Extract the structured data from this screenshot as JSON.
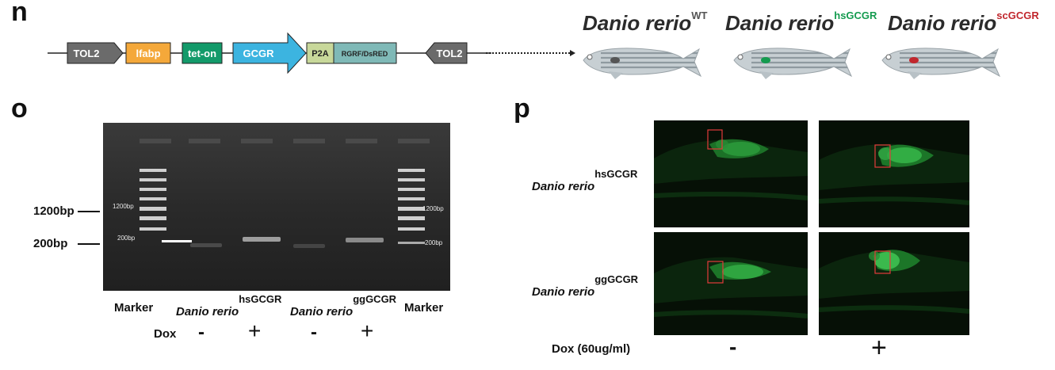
{
  "panels": {
    "n": "n",
    "o": "o",
    "p": "p"
  },
  "construct": {
    "elements": [
      "TOL2",
      "lfabp",
      "tet-on",
      "GCGR",
      "P2A",
      "RGRF/DsRED",
      "TOL2"
    ],
    "colors": {
      "tol2": "#6b6b6b",
      "lfabp": "#f4a83a",
      "teton": "#139a6a",
      "gcgr": "#3cb4e0",
      "p2a": "#c8d89a",
      "rgrf": "#7fb9b7"
    }
  },
  "species": {
    "base": "Danio rerio",
    "wt": "WT",
    "hs": "hsGCGR",
    "sc": "scGCGR",
    "gg": "ggGCGR",
    "colors": {
      "wt": "#555555",
      "hs": "#149b4f",
      "sc": "#c1272d"
    }
  },
  "gel": {
    "markers": {
      "left": "1200bp",
      "right": "200bp"
    },
    "ticks": [
      "1200bp",
      "200bp"
    ],
    "in_gel": [
      "1200bp",
      "200bp",
      "1200bp",
      "200bp"
    ],
    "lane_labels": {
      "marker1": "Marker",
      "marker2": "Marker"
    },
    "dox_label": "Dox",
    "dox_signs": [
      "-",
      "+",
      "-",
      "+"
    ]
  },
  "fluorescence": {
    "dox_label": "Dox (60ug/ml)",
    "signs": [
      "-",
      "+"
    ]
  }
}
